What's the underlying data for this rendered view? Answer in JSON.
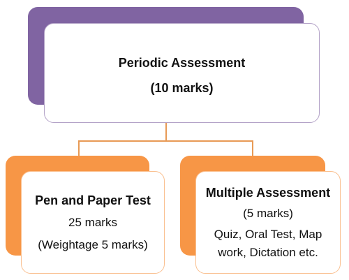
{
  "colors": {
    "purple": "#8064a2",
    "orange": "#f79646",
    "card_border_purple": "#b3a2c7",
    "card_border_orange": "#fac090",
    "connector": "#e89a55"
  },
  "top_box": {
    "title": "Periodic Assessment",
    "marks": "(10 marks)"
  },
  "left_box": {
    "title": "Pen and Paper Test",
    "marks": "25 marks",
    "weightage": "(Weightage 5 marks)"
  },
  "right_box": {
    "title": "Multiple Assessment",
    "marks": "(5 marks)",
    "details_line1": "Quiz, Oral Test, Map",
    "details_line2": "work, Dictation etc."
  }
}
